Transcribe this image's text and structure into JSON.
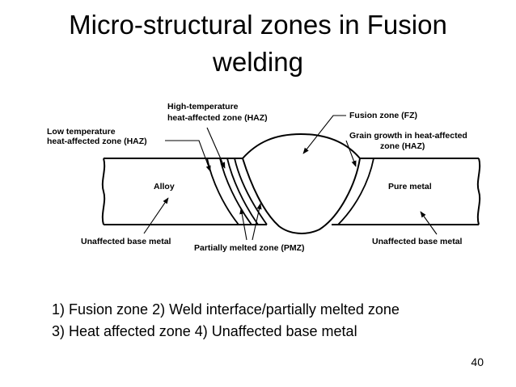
{
  "slide": {
    "title_line1": "Micro-structural zones in Fusion",
    "title_line2": "welding",
    "caption_line1": "1)  Fusion zone  2) Weld interface/partially melted zone",
    "caption_line2": "3) Heat affected zone 4) Unaffected base metal",
    "page_number": "40"
  },
  "diagram": {
    "labels": {
      "high_temp_haz_1": "High-temperature",
      "high_temp_haz_2": "heat-affected zone (HAZ)",
      "low_temp_haz_1": "Low temperature",
      "low_temp_haz_2": "heat-affected zone (HAZ)",
      "fusion_zone": "Fusion zone (FZ)",
      "grain_growth_1": "Grain growth in heat-affected",
      "grain_growth_2": "zone (HAZ)",
      "alloy": "Alloy",
      "pure_metal": "Pure metal",
      "unaffected_left": "Unaffected base metal",
      "pmz": "Partially melted zone (PMZ)",
      "unaffected_right": "Unaffected base metal"
    }
  }
}
